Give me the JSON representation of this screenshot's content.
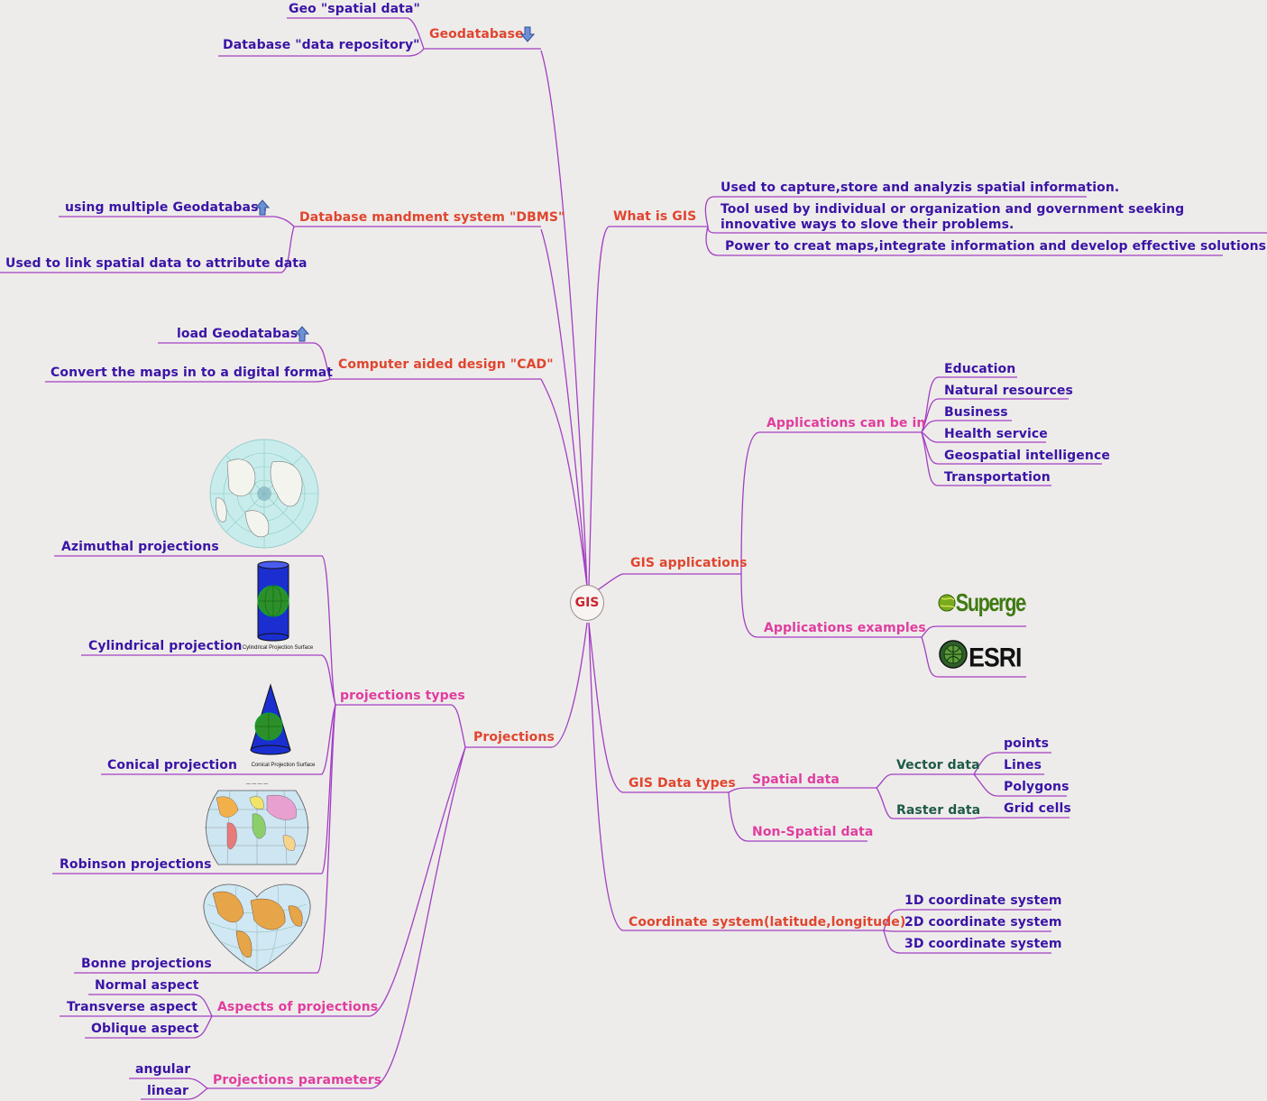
{
  "center": "GIS",
  "left": {
    "geodatabase": {
      "label": "Geodatabase",
      "children": [
        "Geo \"spatial data\"",
        "Database \"data repository\""
      ]
    },
    "dbms": {
      "label": "Database mandment system \"DBMS\"",
      "children": [
        "using multiple Geodatabase",
        "Used to link spatial data to attribute data"
      ]
    },
    "cad": {
      "label": "Computer aided design \"CAD\"",
      "children": [
        "load Geodatabase",
        "Convert the maps in to a digital format"
      ]
    },
    "projections": {
      "label": "Projections",
      "types": {
        "label": "projections types",
        "children": [
          "Azimuthal projections",
          "Cylindrical projection",
          "Conical projection",
          "Robinson projections",
          "Bonne projections"
        ]
      },
      "aspects": {
        "label": "Aspects of projections",
        "children": [
          "Normal aspect",
          "Transverse aspect",
          "Oblique aspect"
        ]
      },
      "parameters": {
        "label": "Projections parameters",
        "children": [
          "angular",
          "linear"
        ]
      },
      "captions": {
        "cylindrical": "Cylindrical Projection Surface",
        "conical": "Conical Projection Surface"
      }
    }
  },
  "right": {
    "what": {
      "label": "What is GIS",
      "children": [
        "Used to capture,store and analyzis spatial information.",
        "Tool used by individual or organization and government seeking innovative ways to slove their problems.",
        "Power to creat maps,integrate information and develop effective solutions."
      ]
    },
    "applications": {
      "label": "GIS applications",
      "can_be": {
        "label": "Applications can be in",
        "children": [
          "Education",
          "Natural resources",
          "Business",
          "Health service",
          "Geospatial intelligence",
          "Transportation"
        ]
      },
      "examples": {
        "label": "Applications examples",
        "logos": [
          "Supergeo",
          "ESRI"
        ]
      }
    },
    "data_types": {
      "label": "GIS Data types",
      "spatial": {
        "label": "Spatial data",
        "vector": {
          "label": "Vector data",
          "children": [
            "points",
            "Lines",
            "Polygons"
          ]
        },
        "raster": {
          "label": "Raster data",
          "children": [
            "Grid cells"
          ]
        }
      },
      "non_spatial": {
        "label": "Non-Spatial data"
      }
    },
    "coordinate": {
      "label": "Coordinate system(latitude,longitude)",
      "children": [
        "1D coordinate system",
        "2D coordinate system",
        "3D coordinate system"
      ]
    }
  },
  "colors": {
    "branch": "#a33fc4",
    "main_text": "#e0452f",
    "sub_text": "#e03d9f",
    "leaf_text": "#3a14a6",
    "green_text": "#1f5a48"
  },
  "icons": {
    "geodatabase": "arrow-down-icon",
    "dbms": "arrow-up-icon",
    "cad": "arrow-up-icon"
  }
}
